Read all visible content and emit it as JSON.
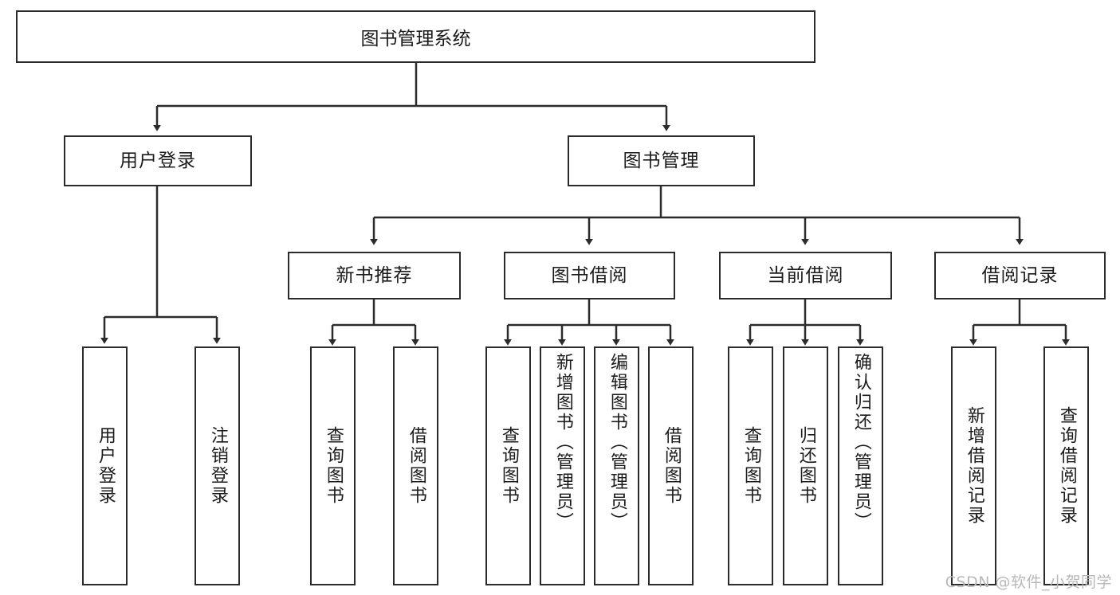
{
  "diagram": {
    "title_node": {
      "label": "图书管理系统"
    },
    "level2": [
      {
        "label": "用户登录"
      },
      {
        "label": "图书管理"
      }
    ],
    "level3": [
      {
        "label": "新书推荐"
      },
      {
        "label": "图书借阅"
      },
      {
        "label": "当前借阅"
      },
      {
        "label": "借阅记录"
      }
    ],
    "leaves": {
      "user_login": [
        {
          "label": "用户登录"
        },
        {
          "label": "注销登录"
        }
      ],
      "new_book": [
        {
          "label": "查询图书"
        },
        {
          "label": "借阅图书"
        }
      ],
      "book_borrow": [
        {
          "label": "查询图书"
        },
        {
          "label": "新增图书（管理员）"
        },
        {
          "label": "编辑图书（管理员）"
        },
        {
          "label": "借阅图书"
        }
      ],
      "current_borrow": [
        {
          "label": "查询图书"
        },
        {
          "label": "归还图书"
        },
        {
          "label": "确认归还（管理员）"
        }
      ],
      "borrow_record": [
        {
          "label": "新增借阅记录"
        },
        {
          "label": "查询借阅记录"
        }
      ]
    },
    "watermark": "CSDN @软件_小贺同学",
    "colors": {
      "stroke": "#2b2b2b",
      "fill": "#ffffff",
      "text": "#1b1b1b",
      "watermark": "#b8b8b8"
    }
  }
}
